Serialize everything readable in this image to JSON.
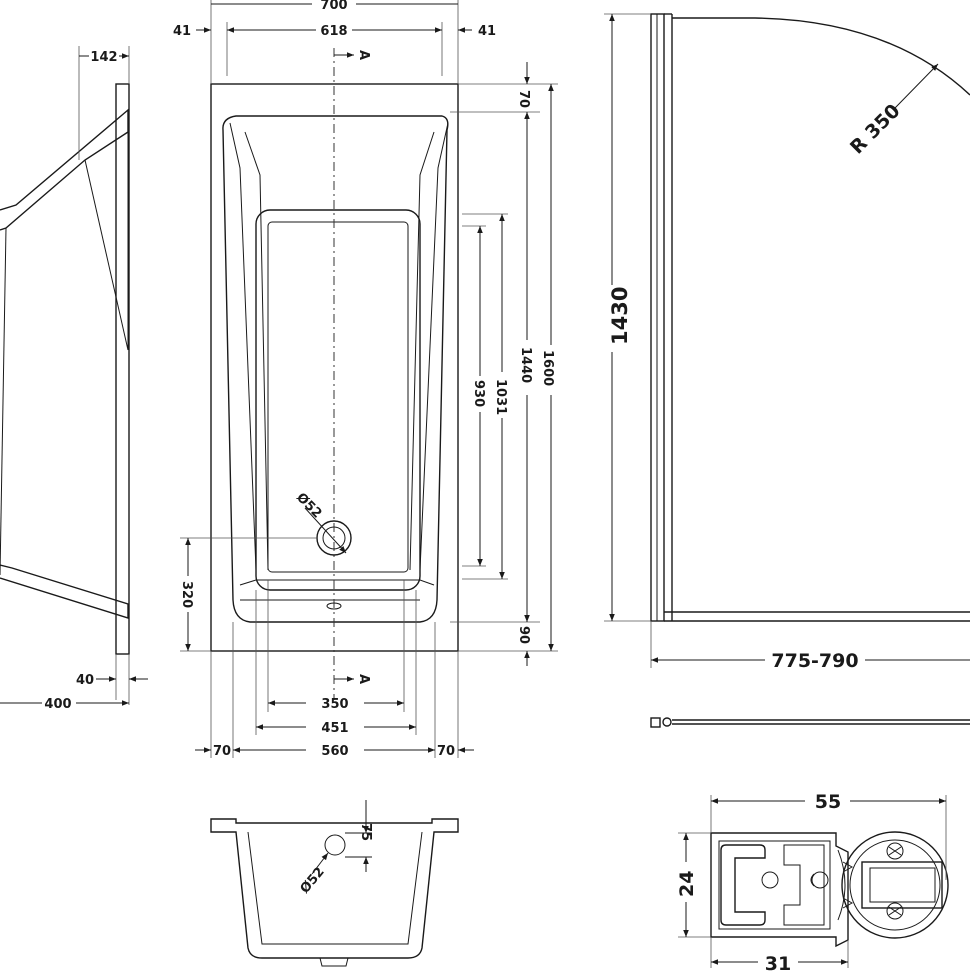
{
  "plan": {
    "overall_width": "700",
    "inner_width": "618",
    "edge_left": "41",
    "edge_right": "41",
    "section_top": "A",
    "section_bottom": "A",
    "top_rim": "70",
    "overall_length": "1600",
    "inner_length": "1440",
    "base_length_outer": "1031",
    "base_length_inner": "930",
    "bottom_rim": "90",
    "waste_diameter": "Ø52",
    "waste_offset": "320",
    "base_width_inner": "350",
    "base_width_outer": "451",
    "rim_left": "70",
    "rim_right": "70",
    "inner_base_width": "560"
  },
  "side": {
    "depth_top": "142",
    "foot": "40",
    "height": "400"
  },
  "section": {
    "overflow_height": "75",
    "overflow_diameter": "Ø52"
  },
  "screen": {
    "height": "1430",
    "radius": "R 350",
    "width_range": "775-790"
  },
  "profile": {
    "width": "55",
    "height": "24",
    "inner_width": "31"
  }
}
